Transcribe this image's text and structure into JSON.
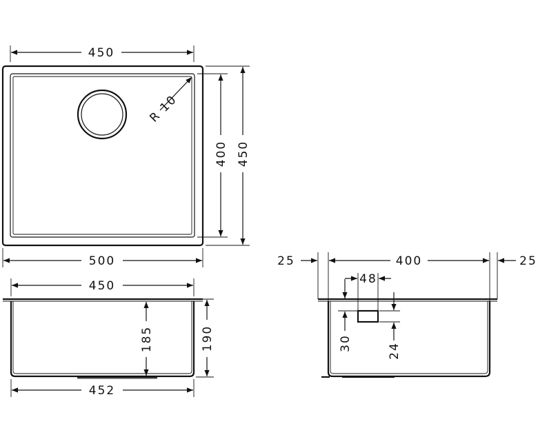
{
  "top_view": {
    "width_inner": "450",
    "width_outer": "500",
    "height_inner": "400",
    "height_outer": "450",
    "radius": "R 10"
  },
  "front_view": {
    "width_top": "450",
    "width_bottom": "452",
    "depth_inner": "185",
    "depth_outer": "190"
  },
  "side_view": {
    "left_offset": "25",
    "width": "400",
    "right_offset": "25",
    "overflow_width": "48",
    "overflow_height": "24",
    "overflow_offset": "30"
  }
}
